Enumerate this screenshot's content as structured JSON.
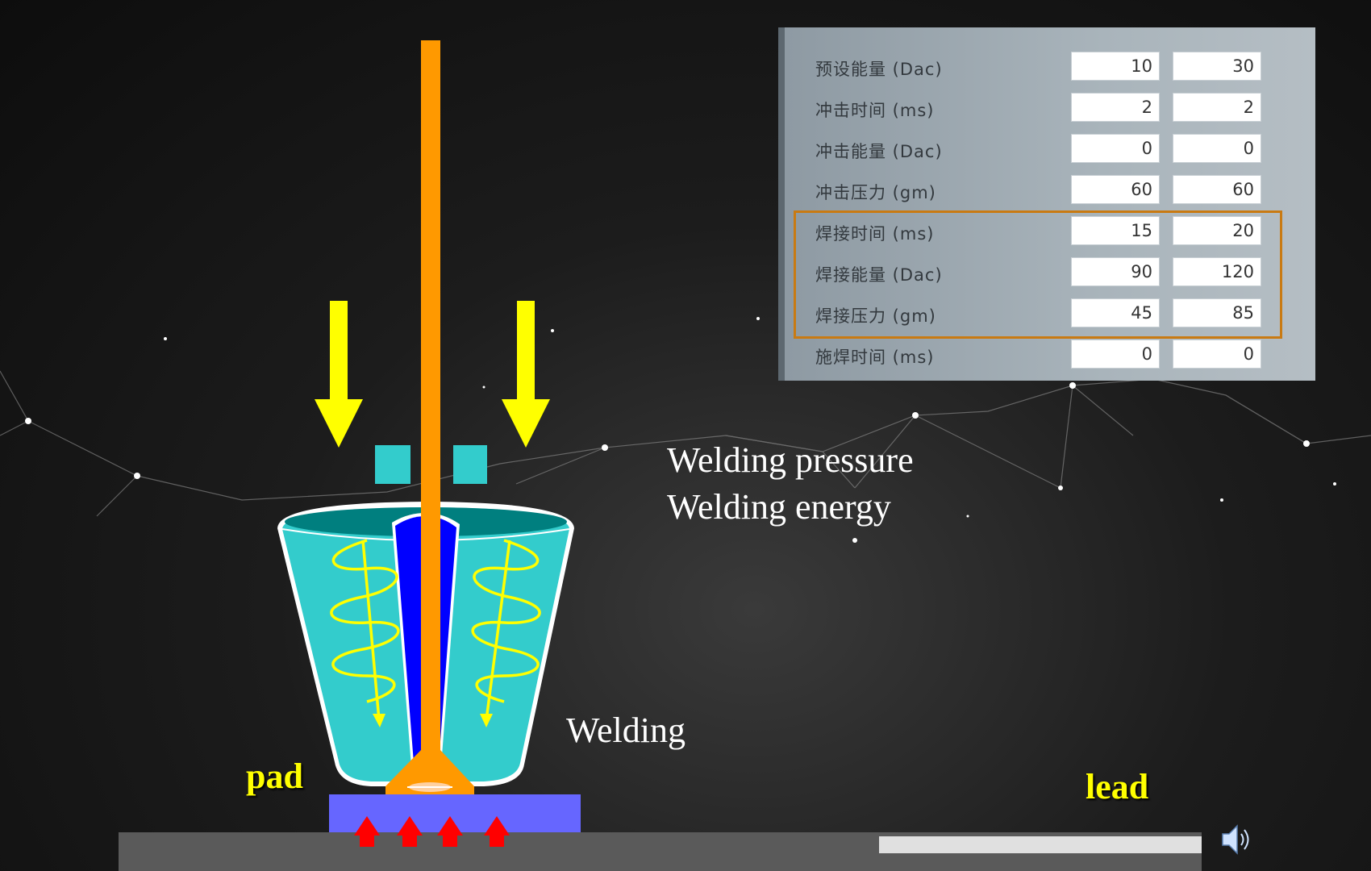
{
  "panel": {
    "rows": [
      {
        "label": "预设能量 (Dac)",
        "v1": "10",
        "v2": "30"
      },
      {
        "label": "冲击时间 (ms)",
        "v1": "2",
        "v2": "2"
      },
      {
        "label": "冲击能量 (Dac)",
        "v1": "0",
        "v2": "0"
      },
      {
        "label": "冲击压力 (gm)",
        "v1": "60",
        "v2": "60"
      },
      {
        "label": "焊接时间 (ms)",
        "v1": "15",
        "v2": "20"
      },
      {
        "label": "焊接能量 (Dac)",
        "v1": "90",
        "v2": "120"
      },
      {
        "label": "焊接压力 (gm)",
        "v1": "45",
        "v2": "85"
      },
      {
        "label": "施焊时间 (ms)",
        "v1": "0",
        "v2": "0"
      }
    ]
  },
  "captions": {
    "line1": "Welding pressure",
    "line2": "Welding energy",
    "welding": "Welding"
  },
  "labels": {
    "pad": "pad",
    "lead": "lead"
  },
  "colors": {
    "capillary": "#33cccc",
    "wire": "#ff9900",
    "core": "#0000ff",
    "pad": "#6666ff",
    "force_arrow": "#ffff00",
    "support_arrow": "#ff0000",
    "highlight": "#c97a12"
  },
  "icons": {
    "speaker": "speaker-icon"
  }
}
